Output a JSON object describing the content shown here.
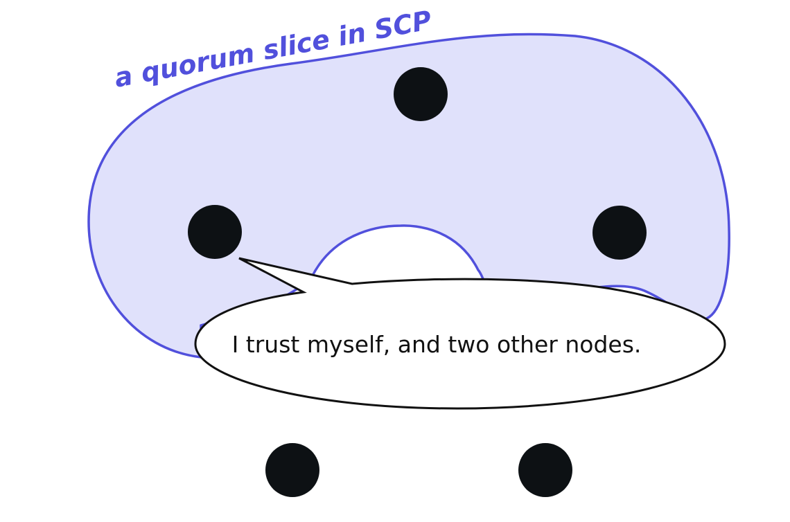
{
  "diagram": {
    "slice_label": "a quorum slice in SCP",
    "speech_bubble_text": "I trust myself, and two other nodes.",
    "nodes": [
      {
        "name": "node-top",
        "in_slice": true
      },
      {
        "name": "node-left",
        "in_slice": true,
        "speaker": true
      },
      {
        "name": "node-right",
        "in_slice": true
      },
      {
        "name": "node-bottom-left",
        "in_slice": false
      },
      {
        "name": "node-bottom-right",
        "in_slice": false
      }
    ]
  },
  "colors": {
    "slice_fill": "#e0e1fb",
    "slice_stroke": "#5150dc",
    "label_color": "#5150dc",
    "node_fill": "#0d1114",
    "bubble_fill": "#ffffff",
    "bubble_stroke": "#111111",
    "text_color": "#111111"
  }
}
